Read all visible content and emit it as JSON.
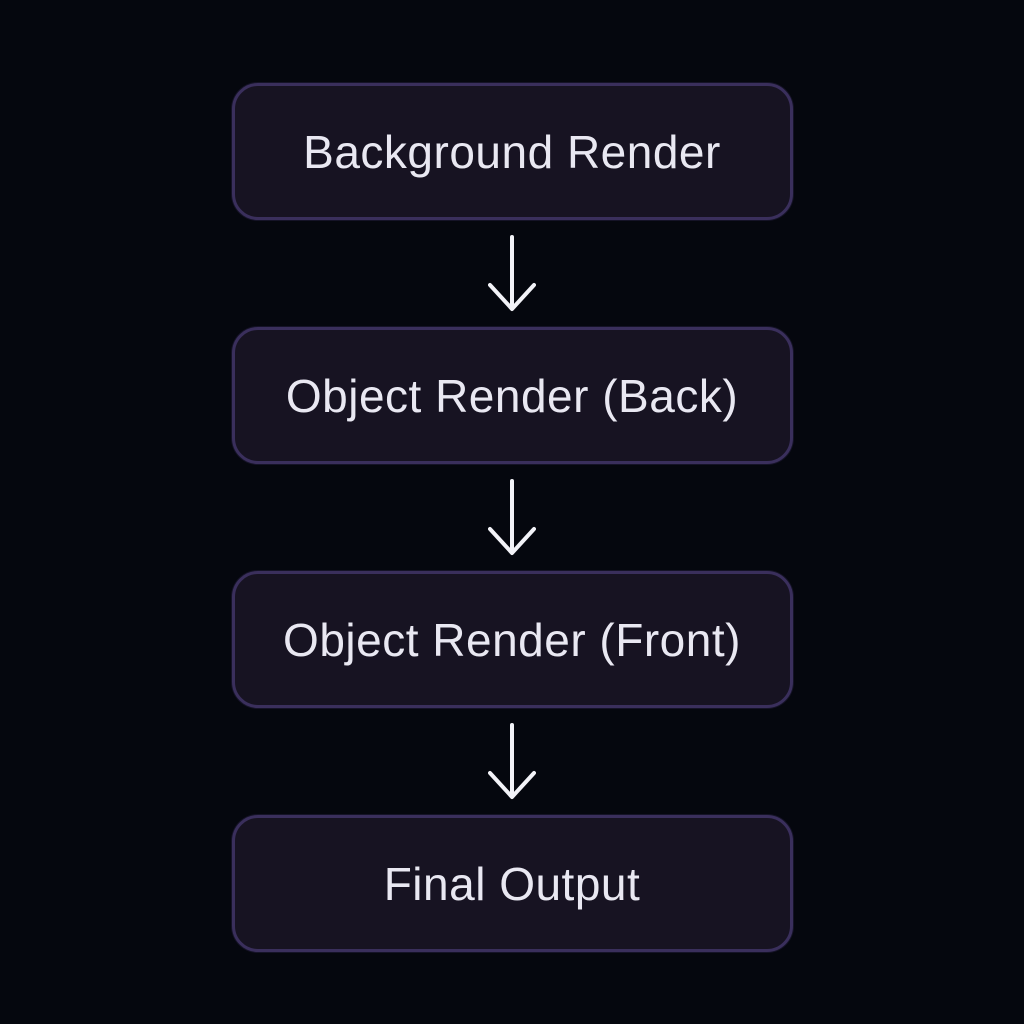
{
  "diagram": {
    "type": "flowchart",
    "direction": "top-down",
    "nodes": [
      {
        "id": "background-render",
        "label": "Background Render"
      },
      {
        "id": "object-render-back",
        "label": "Object Render (Back)"
      },
      {
        "id": "object-render-front",
        "label": "Object Render (Front)"
      },
      {
        "id": "final-output",
        "label": "Final Output"
      }
    ],
    "edges": [
      {
        "from": "background-render",
        "to": "object-render-back",
        "icon": "down-arrow"
      },
      {
        "from": "object-render-back",
        "to": "object-render-front",
        "icon": "down-arrow"
      },
      {
        "from": "object-render-front",
        "to": "final-output",
        "icon": "down-arrow"
      }
    ],
    "colors": {
      "background": "#05070e",
      "node_fill": "#171322",
      "node_border": "#3a2f5c",
      "text": "#e9e8f2",
      "arrow": "#f3f3f8"
    }
  }
}
